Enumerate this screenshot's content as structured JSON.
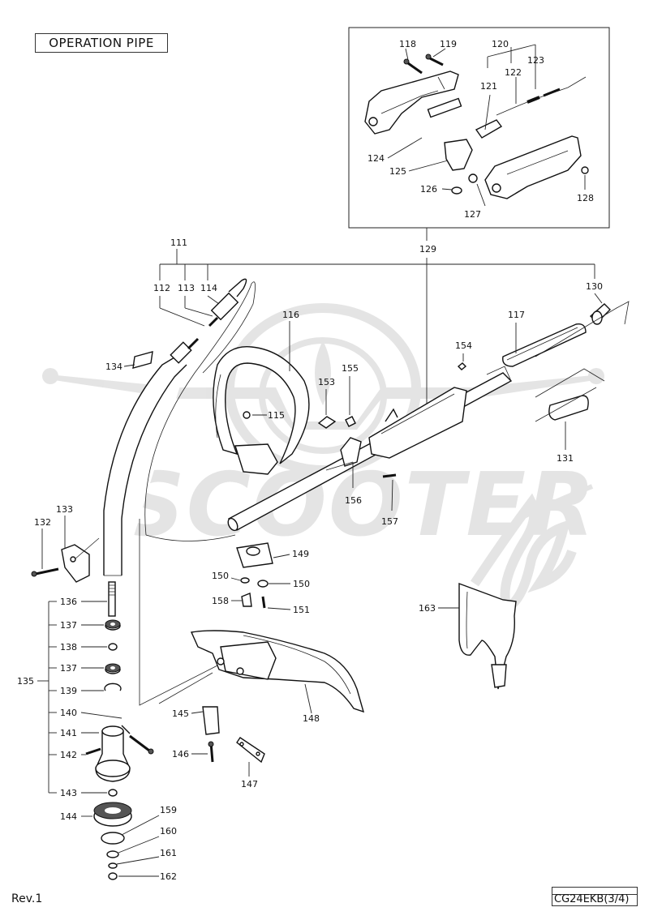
{
  "title": "OPERATION PIPE",
  "revision": "Rev.1",
  "model": "CG24EKB(3/4)",
  "watermark": "SCOOTER ZIP",
  "callouts": [
    "111",
    "112",
    "113",
    "114",
    "115",
    "116",
    "117",
    "118",
    "119",
    "120",
    "121",
    "122",
    "123",
    "124",
    "125",
    "126",
    "127",
    "128",
    "129",
    "130",
    "131",
    "132",
    "133",
    "134",
    "135",
    "136",
    "137",
    "138",
    "137",
    "139",
    "140",
    "141",
    "142",
    "143",
    "144",
    "145",
    "146",
    "147",
    "148",
    "149",
    "150",
    "150",
    "151",
    "153",
    "154",
    "155",
    "156",
    "157",
    "158",
    "159",
    "160",
    "161",
    "162",
    "163"
  ]
}
